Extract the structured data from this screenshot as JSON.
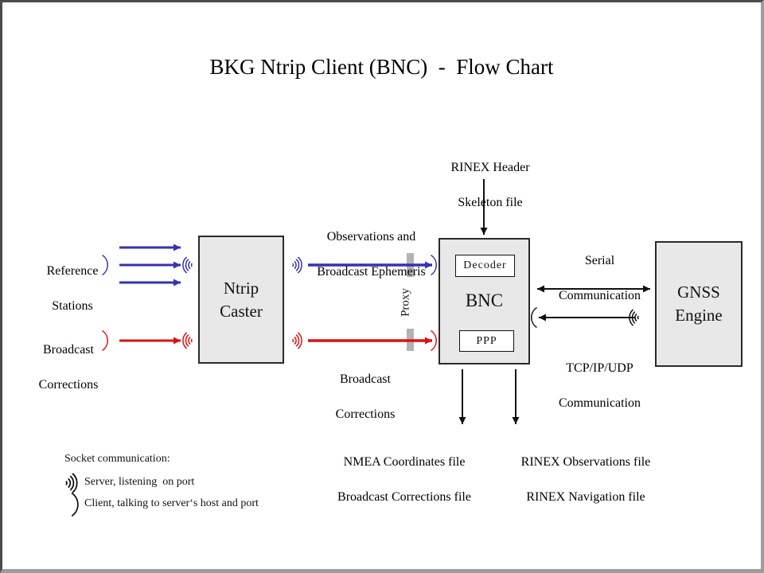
{
  "title": "BKG Ntrip Client (BNC)  -  Flow Chart",
  "nodes": {
    "ntrip_caster": {
      "line1": "Ntrip",
      "line2": "Caster"
    },
    "bnc": {
      "label": "BNC",
      "decoder": "Decoder",
      "ppp": "PPP"
    },
    "gnss_engine": {
      "line1": "GNSS",
      "line2": "Engine"
    }
  },
  "labels": {
    "reference_stations": {
      "line1": "Reference",
      "line2": "Stations"
    },
    "broadcast_corrections_in": {
      "line1": "Broadcast",
      "line2": "Corrections"
    },
    "observations_stream": {
      "line1": "Observations and",
      "line2": "Broadcast Ephemeris"
    },
    "corrections_stream": {
      "line1": "Broadcast",
      "line2": "Corrections"
    },
    "rinex_header": {
      "line1": "RINEX Header",
      "line2": "Skeleton file"
    },
    "serial_comm": {
      "line1": "Serial",
      "line2": "Communication"
    },
    "tcp_comm": {
      "line1": "TCP/IP/UDP",
      "line2": "Communication"
    },
    "proxy": "Proxy",
    "nmea_out": {
      "line1": "NMEA Coordinates file",
      "line2": "Broadcast Corrections file"
    },
    "rinex_out": {
      "line1": "RINEX Observations file",
      "line2": "RINEX Navigation file"
    }
  },
  "legend": {
    "heading": "Socket communication:",
    "server_label": "Server, listening  on port",
    "client_label": "Client, talking to server‘s host and port"
  },
  "icons": {
    "server_socket": ")))",
    "client_socket": ")"
  },
  "colors": {
    "blue_stream": "#3432b3",
    "red_stream": "#dd1111",
    "black_line": "#111111",
    "node_fill": "#e8e8e8",
    "proxy_bar": "#b3b3b3"
  }
}
